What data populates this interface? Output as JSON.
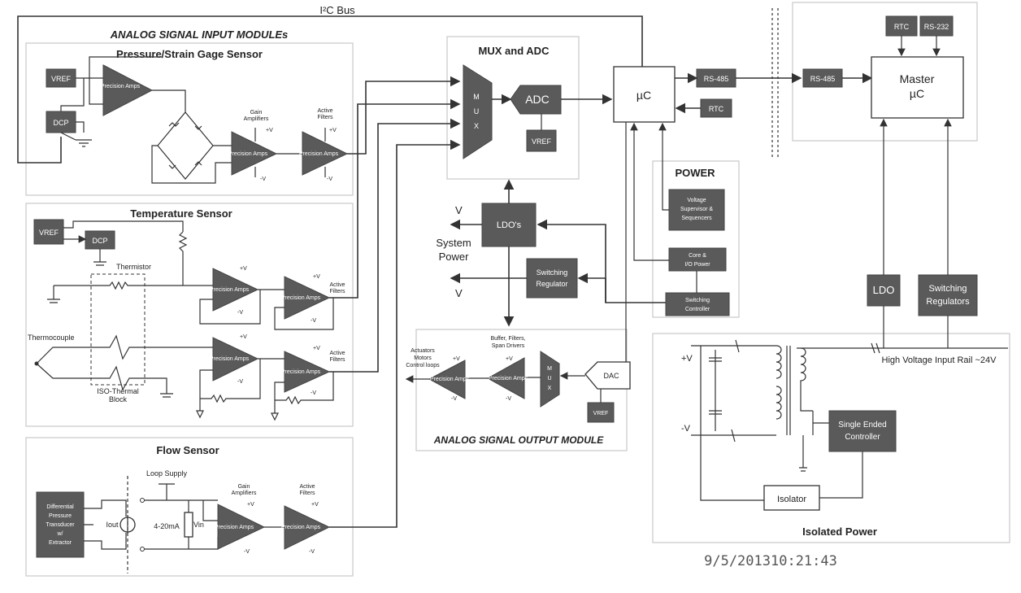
{
  "bus_label": "I²C Bus",
  "sections": {
    "analog_input": "ANALOG SIGNAL INPUT MODULEs",
    "pressure": "Pressure/Strain Gage Sensor",
    "temperature": "Temperature Sensor",
    "flow": "Flow Sensor",
    "mux_adc": "MUX and ADC",
    "power": "POWER",
    "analog_output": "ANALOG SIGNAL OUTPUT MODULE",
    "isolated_power": "Isolated Power"
  },
  "blocks": {
    "vref": "VREF",
    "dcp": "DCP",
    "precision_amps": "Precision Amps",
    "adc": "ADC",
    "mux": "M U X",
    "uc": "µC",
    "rs485": "RS-485",
    "rtc": "RTC",
    "rs232": "RS-232",
    "master_uc_1": "Master",
    "master_uc_2": "µC",
    "ldos": "LDO's",
    "switching_regulator_1": "Switching",
    "switching_regulator_2": "Regulator",
    "voltage_supervisor_1": "Voltage",
    "voltage_supervisor_2": "Supervisor &",
    "voltage_supervisor_3": "Sequencers",
    "core_io_1": "Core &",
    "core_io_2": "I/O Power",
    "switching_controller_1": "Switching",
    "switching_controller_2": "Controller",
    "dac": "DAC",
    "ldo": "LDO",
    "switching_regulators_1": "Switching",
    "switching_regulators_2": "Regulators",
    "single_ended_1": "Single Ended",
    "single_ended_2": "Controller",
    "isolator": "Isolator",
    "diff_transducer_1": "Differential",
    "diff_transducer_2": "Pressure",
    "diff_transducer_3": "Transducer",
    "diff_transducer_4": "w/",
    "diff_transducer_5": "Extractor"
  },
  "labels": {
    "gain_amplifiers_1": "Gain",
    "gain_amplifiers_2": "Amplifiers",
    "active_filters_1": "Active",
    "active_filters_2": "Filters",
    "plus_v": "+V",
    "minus_v": "-V",
    "thermistor": "Thermistor",
    "thermocouple": "Thermocouple",
    "iso_thermal_1": "ISO-Thermal",
    "iso_thermal_2": "Block",
    "loop_supply": "Loop Supply",
    "iout": "Iout",
    "ma_range": "4-20mA",
    "vin": "Vin",
    "v": "V",
    "system_power_1": "System",
    "system_power_2": "Power",
    "buffer_1": "Buffer, Filters,",
    "buffer_2": "Span Drivers",
    "actuators_1": "Actuators",
    "actuators_2": "Motors",
    "actuators_3": "Control loops",
    "hv_rail": "High Voltage Input Rail ~24V",
    "timestamp": "9/5/201310:21:43"
  }
}
